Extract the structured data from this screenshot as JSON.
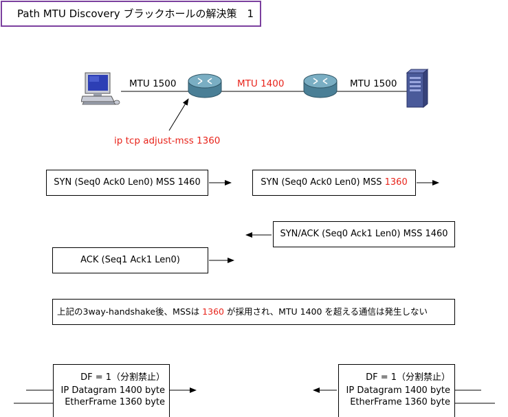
{
  "title": "Path MTU Discovery ブラックホールの解決策　1",
  "network": {
    "link_left": "MTU 1500",
    "link_middle": "MTU 1400",
    "link_right": "MTU 1500",
    "router_command": "ip tcp adjust-mss 1360"
  },
  "handshake": {
    "syn_left": "SYN (Seq0 Ack0 Len0) MSS 1460",
    "syn_right_prefix": "SYN (Seq0 Ack0 Len0) MSS ",
    "syn_right_mss": "1360",
    "synack": "SYN/ACK (Seq0 Ack1 Len0) MSS 1460",
    "ack": "ACK (Seq1 Ack1 Len0)"
  },
  "note": {
    "prefix": "上記の3way-handshake後、MSSは ",
    "mss": "1360",
    "suffix": " が採用され、MTU 1400 を超える通信は発生しない"
  },
  "frames": {
    "left": {
      "df": "DF = 1（分割禁止）",
      "ip": "IP Datagram 1400 byte",
      "ether": "EtherFrame 1360 byte"
    },
    "right": {
      "df": "DF = 1（分割禁止）",
      "ip": "IP Datagram 1400 byte",
      "ether": "EtherFrame 1360 byte"
    }
  },
  "colors": {
    "accent_red": "#e8231a",
    "title_border": "#7b3f9e",
    "router": "#5a8fa5",
    "server": "#4a5a9a"
  }
}
